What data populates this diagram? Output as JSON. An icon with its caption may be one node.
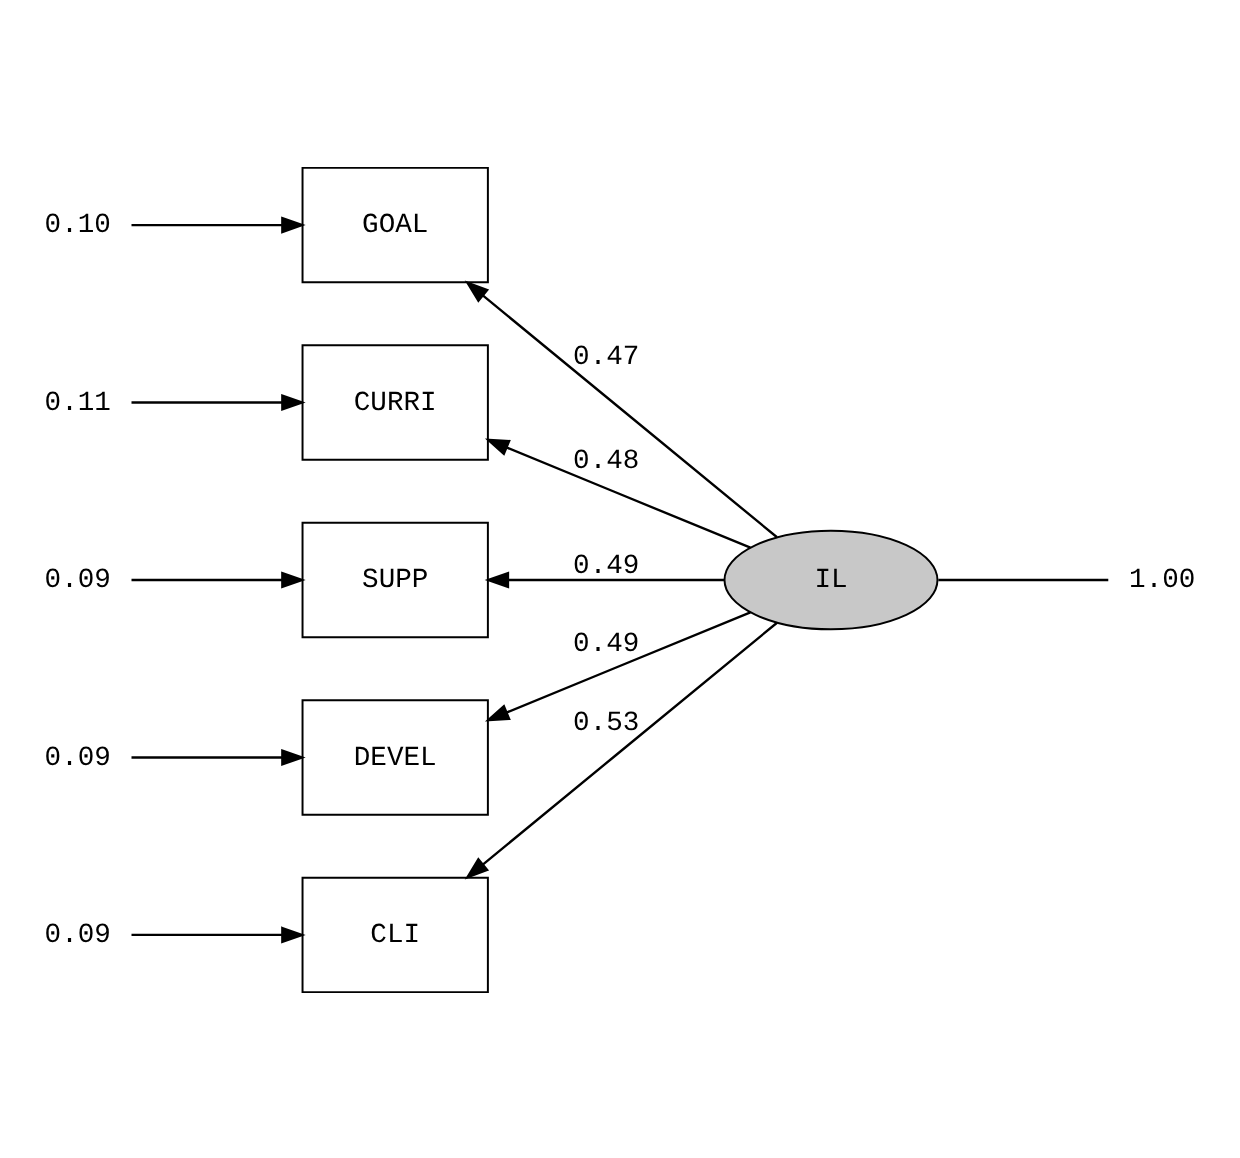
{
  "diagram": {
    "nodes": [
      {
        "text": [
          "0.10"
        ]
      },
      {
        "text": [
          "GOAL"
        ]
      },
      {
        "text": [
          "0.11"
        ]
      },
      {
        "text": [
          "CURRI"
        ]
      },
      {
        "text": [
          "0.09"
        ]
      },
      {
        "text": [
          "SUPP"
        ]
      },
      {
        "text": [
          "0.09"
        ]
      },
      {
        "text": [
          "DEVEL"
        ]
      },
      {
        "text": [
          "0.09"
        ]
      },
      {
        "text": [
          "CLI"
        ]
      },
      {
        "text": [
          "IL"
        ]
      },
      {
        "text": [
          "1.00"
        ]
      }
    ],
    "edges": [
      {
        "from": 0,
        "to": 1,
        "arrow": "to"
      },
      {
        "from": 2,
        "to": 3,
        "arrow": "to"
      },
      {
        "from": 4,
        "to": 5,
        "arrow": "to"
      },
      {
        "from": 6,
        "to": 7,
        "arrow": "to"
      },
      {
        "from": 8,
        "to": 9,
        "arrow": "to"
      },
      {
        "from": 10,
        "to": 1,
        "label": "0.47",
        "arrow": "to"
      },
      {
        "from": 10,
        "to": 3,
        "label": "0.48",
        "arrow": "to"
      },
      {
        "from": 10,
        "to": 5,
        "label": "0.49",
        "arrow": "to"
      },
      {
        "from": 10,
        "to": 7,
        "label": "0.49",
        "arrow": "to"
      },
      {
        "from": 10,
        "to": 9,
        "label": "0.53",
        "arrow": "to"
      },
      {
        "from": 11,
        "to": 10,
        "arrow": "none"
      }
    ]
  }
}
